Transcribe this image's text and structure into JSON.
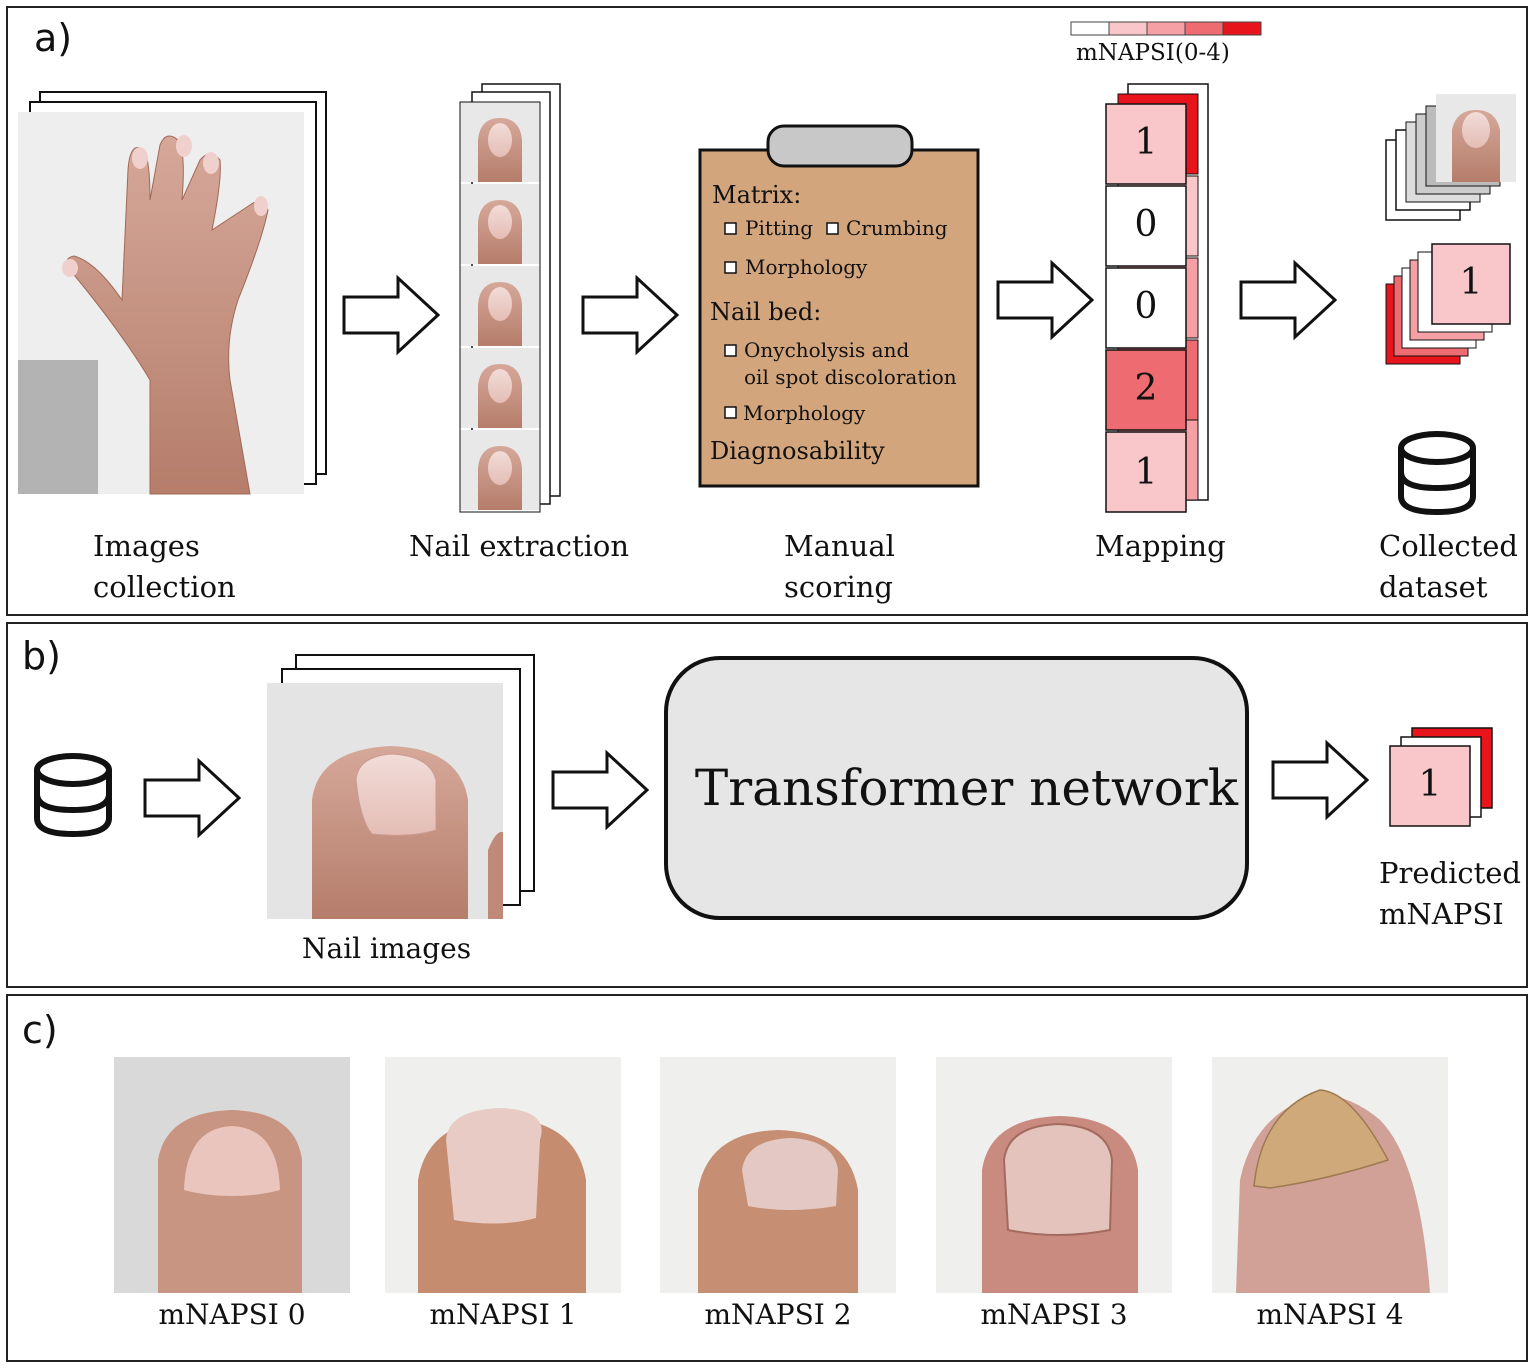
{
  "panels": {
    "a": "a)",
    "b": "b)",
    "c": "c)"
  },
  "panel_a": {
    "steps": [
      {
        "line1": "Images",
        "line2": "collection"
      },
      {
        "line1": "Nail extraction",
        "line2": ""
      },
      {
        "line1": "Manual",
        "line2": "scoring"
      },
      {
        "line1": "Mapping",
        "line2": ""
      },
      {
        "line1": "Collected",
        "line2": "dataset"
      }
    ],
    "scale_label": "mNAPSI(0-4)",
    "scale_colors": [
      "#ffffff",
      "#f9c7c9",
      "#f4a0a4",
      "#ee6b71",
      "#e8141c"
    ],
    "clipboard": {
      "matrix_heading": "Matrix:",
      "matrix_items": [
        "Pitting",
        "Crumbing",
        "Morphology"
      ],
      "nailbed_heading": "Nail bed:",
      "nailbed_item1_line1": "Onycholysis and",
      "nailbed_item1_line2": "oil spot discoloration",
      "nailbed_item2": "Morphology",
      "diagnosability": "Diagnosability",
      "board_color": "#d3a57c"
    },
    "mapping_scores": [
      "1",
      "0",
      "0",
      "2",
      "1"
    ],
    "dataset_score": "1",
    "icons": [
      "arrow-icon",
      "database-icon",
      "checkbox-icon"
    ]
  },
  "panel_b": {
    "input_label": "Nail images",
    "network_label": "Transformer network",
    "output_line1": "Predicted",
    "output_line2": "mNAPSI",
    "output_score": "1"
  },
  "panel_c": {
    "examples": [
      "mNAPSI 0",
      "mNAPSI 1",
      "mNAPSI 2",
      "mNAPSI 3",
      "mNAPSI 4"
    ]
  }
}
